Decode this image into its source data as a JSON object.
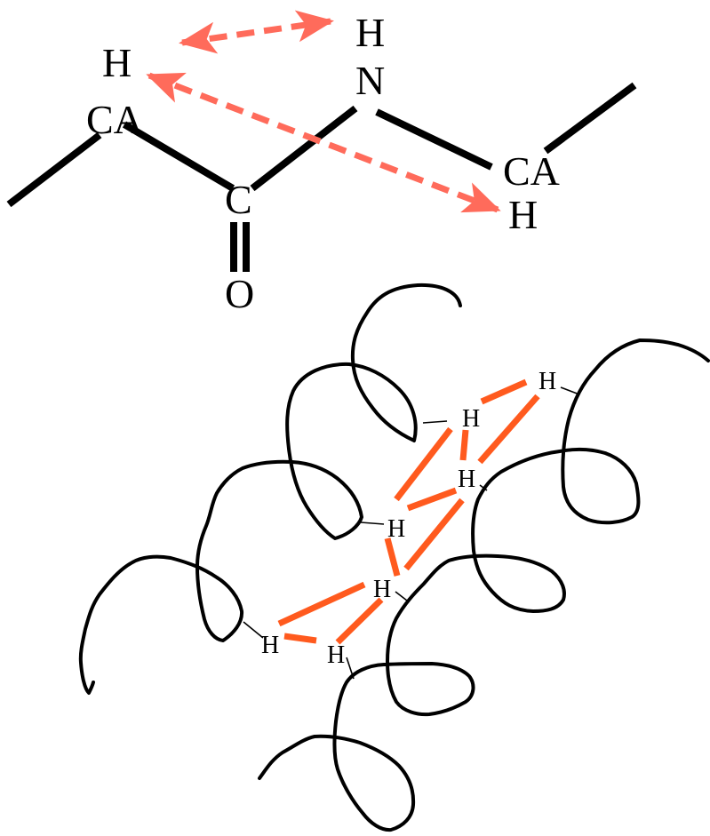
{
  "colors": {
    "bond": "#000000",
    "noe_arrow": "#ff6b5b",
    "noe_line": "#ff5a1e"
  },
  "molecule": {
    "atoms": {
      "h_alpha_1": "H",
      "h_amide": "H",
      "nitrogen": "N",
      "ca_1": "CA",
      "carbonyl_c": "C",
      "carbonyl_o": "O",
      "ca_2": "CA",
      "h_alpha_2": "H"
    }
  },
  "helix": {
    "protons": [
      "H",
      "H",
      "H",
      "H",
      "H",
      "H",
      "H"
    ]
  }
}
